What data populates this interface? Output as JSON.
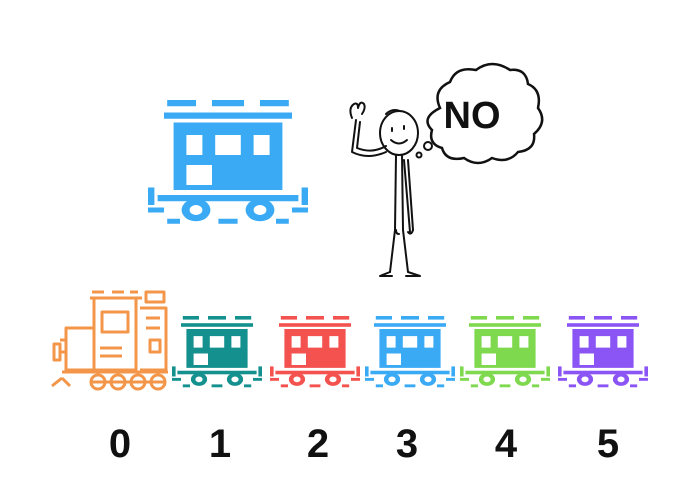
{
  "speech_bubble": {
    "text": "NO"
  },
  "floating_car": {
    "color": "#3aaaf5"
  },
  "engine": {
    "color": "#f4964a",
    "label": "0"
  },
  "train_cars": [
    {
      "label": "1",
      "color": "#14918f"
    },
    {
      "label": "2",
      "color": "#f4524f"
    },
    {
      "label": "3",
      "color": "#3aaaf5"
    },
    {
      "label": "4",
      "color": "#7fd94f"
    },
    {
      "label": "5",
      "color": "#8b55f5"
    }
  ],
  "person": {
    "stroke": "#111111"
  }
}
